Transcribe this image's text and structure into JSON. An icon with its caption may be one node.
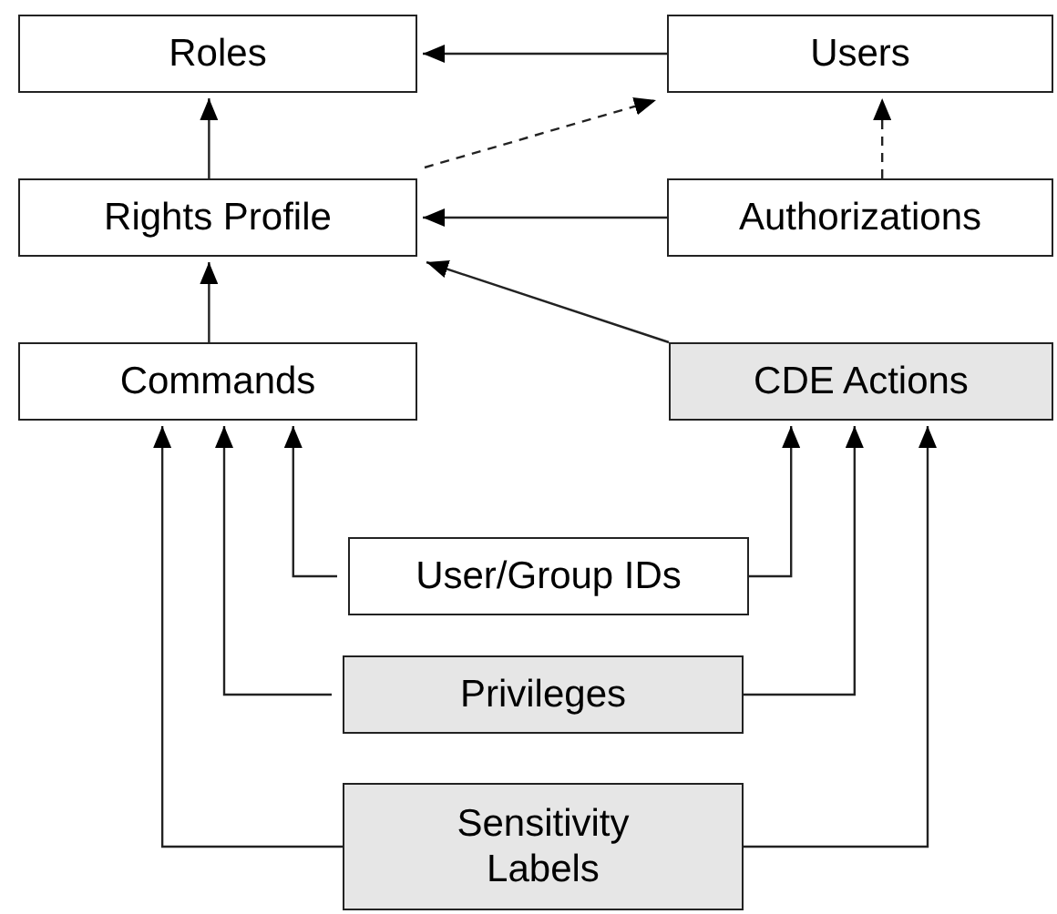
{
  "diagram": {
    "nodes": [
      {
        "text": [
          "Roles"
        ]
      },
      {
        "text": [
          "Users"
        ]
      },
      {
        "text": [
          "Rights Profile"
        ]
      },
      {
        "text": [
          "Authorizations"
        ]
      },
      {
        "text": [
          "Commands"
        ]
      },
      {
        "text": [
          "CDE Actions"
        ]
      },
      {
        "text": [
          "User/Group IDs"
        ]
      },
      {
        "text": [
          "Privileges"
        ]
      },
      {
        "text": [
          "Sensitivity Labels"
        ]
      }
    ],
    "edges": [
      {
        "from": 1,
        "to": 0,
        "arrow": "to"
      },
      {
        "from": 2,
        "to": 0,
        "arrow": "to"
      },
      {
        "from": 2,
        "to": 1,
        "arrow": "to",
        "style": "dashed"
      },
      {
        "from": 3,
        "to": 1,
        "arrow": "to",
        "style": "dashed"
      },
      {
        "from": 3,
        "to": 2,
        "arrow": "to"
      },
      {
        "from": 5,
        "to": 2,
        "arrow": "to"
      },
      {
        "from": 4,
        "to": 2,
        "arrow": "to"
      },
      {
        "from": 6,
        "to": 4,
        "arrow": "to"
      },
      {
        "from": 6,
        "to": 5,
        "arrow": "to"
      },
      {
        "from": 7,
        "to": 4,
        "arrow": "to"
      },
      {
        "from": 7,
        "to": 5,
        "arrow": "to"
      },
      {
        "from": 8,
        "to": 4,
        "arrow": "to"
      },
      {
        "from": 8,
        "to": 5,
        "arrow": "to"
      }
    ]
  }
}
